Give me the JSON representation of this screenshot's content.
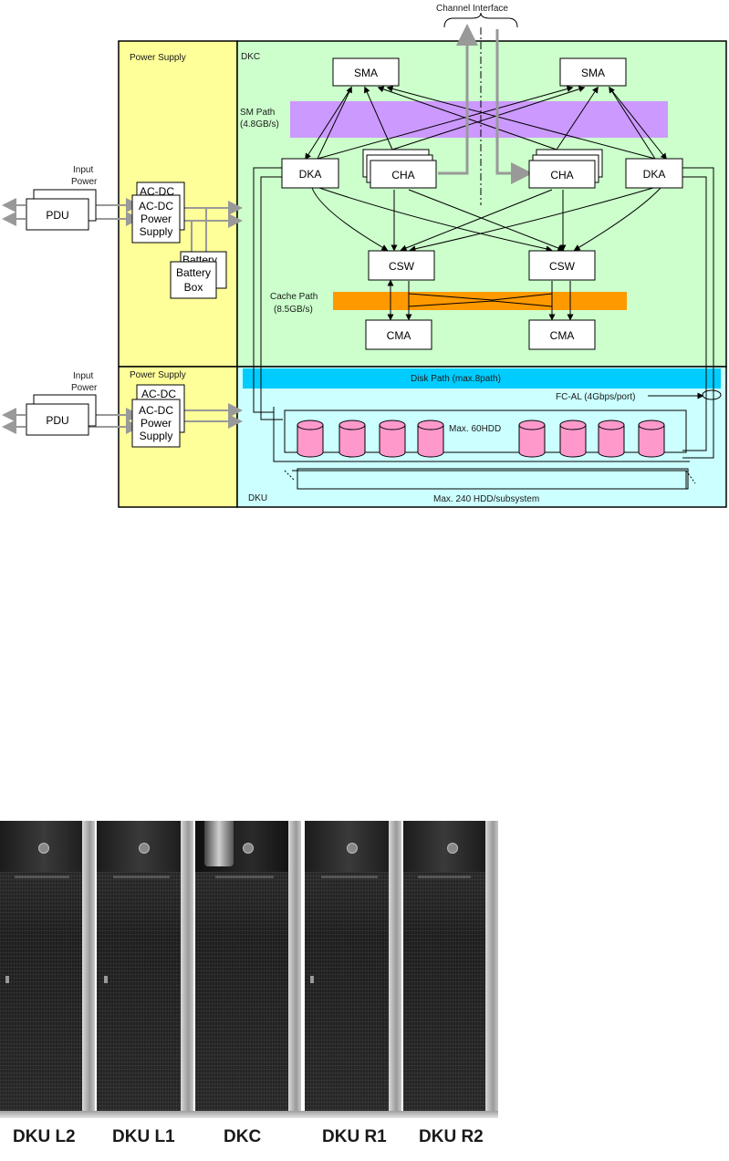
{
  "diagram": {
    "channel_interface": "Channel Interface",
    "power_supply_top": "Power Supply",
    "power_supply_bottom": "Power Supply",
    "dkc_label": "DKC",
    "dku_label": "DKU",
    "sm_path": [
      "SM Path",
      "(4.8GB/s)"
    ],
    "cache_path": [
      "Cache Path",
      "(8.5GB/s)"
    ],
    "disk_path": "Disk Path (max.8path)",
    "fc_al": "FC-AL (4Gbps/port)",
    "max_60": "Max. 60HDD",
    "max_240": "Max. 240 HDD/subsystem",
    "input_power": [
      "Input",
      "Power"
    ],
    "pdu": "PDU",
    "acdc_back": "AC-DC",
    "acdc_front": [
      "AC-DC",
      "Power",
      "Supply"
    ],
    "battery_back": "Battery",
    "battery_front": [
      "Battery",
      "Box"
    ],
    "sma": "SMA",
    "dka": "DKA",
    "cha": "CHA",
    "csw": "CSW",
    "cma": "CMA"
  },
  "cabinets": {
    "labels": [
      "DKU L2",
      "DKU L1",
      "DKC",
      "DKU R1",
      "DKU R2"
    ]
  },
  "colors": {
    "power_yellow": "#ffff99",
    "dkc_green": "#ccffcc",
    "dku_cyan": "#ccffff",
    "sm_purple": "#cc99ff",
    "cache_orange": "#ff9900",
    "disk_blue": "#00ccff",
    "hdd_pink": "#ff99cc",
    "arrow_gray": "#999999"
  }
}
